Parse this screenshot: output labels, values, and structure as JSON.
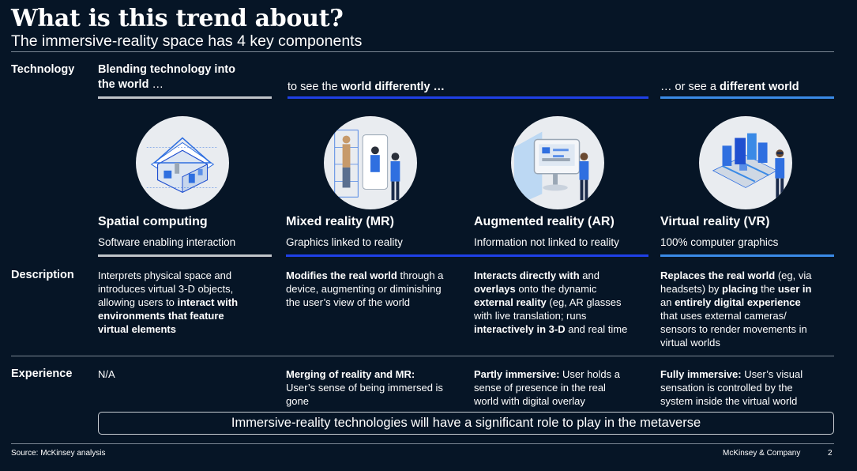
{
  "header": {
    "title": "What is this trend about?",
    "subtitle": "The immersive-reality space has 4 key components"
  },
  "row_labels": {
    "technology": "Technology",
    "description": "Description",
    "experience": "Experience"
  },
  "groups": {
    "blend_line1": "Blending technology into",
    "blend_line2": "the world",
    "blend_ellipsis": " …",
    "see_pre": "to see the ",
    "see_bold": "world differently …",
    "diff_pre": "… or see a ",
    "diff_bold": "different world"
  },
  "columns": [
    {
      "name": "Spatial computing",
      "subtitle": "Software enabling interaction",
      "icon": "house-icon",
      "desc": [
        [
          {
            "t": "Interprets physical space and",
            "b": false
          }
        ],
        [
          {
            "t": "introduces virtual 3-D objects,",
            "b": false
          }
        ],
        [
          {
            "t": "allowing users to ",
            "b": false
          },
          {
            "t": "interact with",
            "b": true
          }
        ],
        [
          {
            "t": "environments that feature",
            "b": true
          }
        ],
        [
          {
            "t": "virtual elements",
            "b": true
          }
        ]
      ],
      "exp": [
        [
          {
            "t": "N/A",
            "b": false
          }
        ]
      ]
    },
    {
      "name": "Mixed reality (MR)",
      "subtitle": "Graphics linked to reality",
      "icon": "mixed-reality-icon",
      "desc": [
        [
          {
            "t": "Modifies the real world",
            "b": true
          },
          {
            "t": " through a",
            "b": false
          }
        ],
        [
          {
            "t": "device, augmenting or diminishing",
            "b": false
          }
        ],
        [
          {
            "t": "the user’s view of the world",
            "b": false
          }
        ]
      ],
      "exp": [
        [
          {
            "t": "Merging of reality and MR:",
            "b": true
          }
        ],
        [
          {
            "t": "User’s sense of being immersed is",
            "b": false
          }
        ],
        [
          {
            "t": "gone",
            "b": false
          }
        ]
      ]
    },
    {
      "name": "Augmented reality (AR)",
      "subtitle": "Information not linked to reality",
      "icon": "augmented-reality-icon",
      "desc": [
        [
          {
            "t": "Interacts directly with",
            "b": true
          },
          {
            "t": " and",
            "b": false
          }
        ],
        [
          {
            "t": "overlays",
            "b": true
          },
          {
            "t": " onto the dynamic",
            "b": false
          }
        ],
        [
          {
            "t": "external reality",
            "b": true
          },
          {
            "t": " (eg, AR glasses",
            "b": false
          }
        ],
        [
          {
            "t": "with live translation; runs",
            "b": false
          }
        ],
        [
          {
            "t": "interactively in 3-D",
            "b": true
          },
          {
            "t": " and real time",
            "b": false
          }
        ]
      ],
      "exp": [
        [
          {
            "t": "Partly immersive:",
            "b": true
          },
          {
            "t": " User holds a",
            "b": false
          }
        ],
        [
          {
            "t": "sense of presence in the real",
            "b": false
          }
        ],
        [
          {
            "t": "world with digital overlay",
            "b": false
          }
        ]
      ]
    },
    {
      "name": "Virtual reality (VR)",
      "subtitle": "100% computer graphics",
      "icon": "virtual-reality-icon",
      "desc": [
        [
          {
            "t": "Replaces the real world",
            "b": true
          },
          {
            "t": " (eg, via",
            "b": false
          }
        ],
        [
          {
            "t": "headsets) by ",
            "b": false
          },
          {
            "t": "placing",
            "b": true
          },
          {
            "t": " the ",
            "b": false
          },
          {
            "t": "user in",
            "b": true
          }
        ],
        [
          {
            "t": "an ",
            "b": false
          },
          {
            "t": "entirely digital experience",
            "b": true
          }
        ],
        [
          {
            "t": "that uses external cameras/",
            "b": false
          }
        ],
        [
          {
            "t": "sensors to render movements in",
            "b": false
          }
        ],
        [
          {
            "t": "virtual worlds",
            "b": false
          }
        ]
      ],
      "exp": [
        [
          {
            "t": "Fully immersive:",
            "b": true
          },
          {
            "t": " User’s visual",
            "b": false
          }
        ],
        [
          {
            "t": "sensation is controlled by the",
            "b": false
          }
        ],
        [
          {
            "t": "system inside the virtual world",
            "b": false
          }
        ]
      ]
    }
  ],
  "banner": "Immersive-reality technologies will have a significant role to play in the metaverse",
  "footer": {
    "source": "Source: McKinsey analysis",
    "company": "McKinsey & Company",
    "page": "2"
  },
  "colors": {
    "background": "#061526",
    "bar_grey": "#c0c4c9",
    "bar_blue": "#1f40e6",
    "bar_light_blue": "#3a8ae6",
    "accent_blue": "#2f6fe0"
  }
}
